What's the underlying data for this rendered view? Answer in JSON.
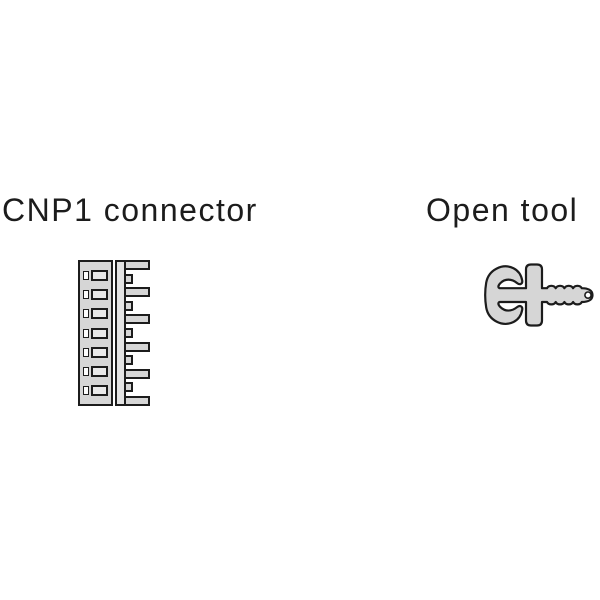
{
  "page": {
    "background": "#ffffff"
  },
  "colors": {
    "line": "#1c1c1c",
    "body_fill": "#d6d6d6",
    "strip_fill": "#e3e3e3",
    "slot_fill": "#e9e9e9",
    "window_fill": "#fdfdfd",
    "hole_fill": "#ffffff"
  },
  "labels": {
    "connector": "CNP1 connector",
    "tool": "Open tool"
  },
  "connector": {
    "pin_rows": 7,
    "tab_pattern": [
      "long",
      "short",
      "long",
      "short",
      "long",
      "short",
      "long",
      "short",
      "long",
      "short",
      "long"
    ]
  }
}
